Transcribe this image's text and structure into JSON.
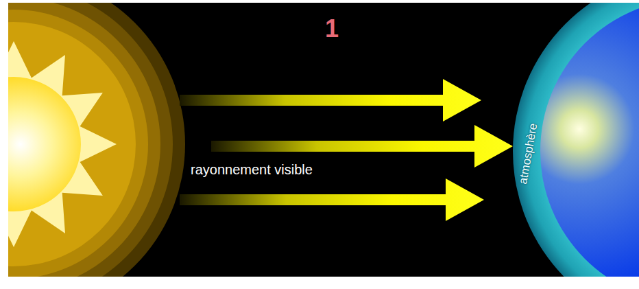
{
  "diagram": {
    "labels": [
      "1",
      "rayonnement visible",
      "atmosphère"
    ]
  }
}
